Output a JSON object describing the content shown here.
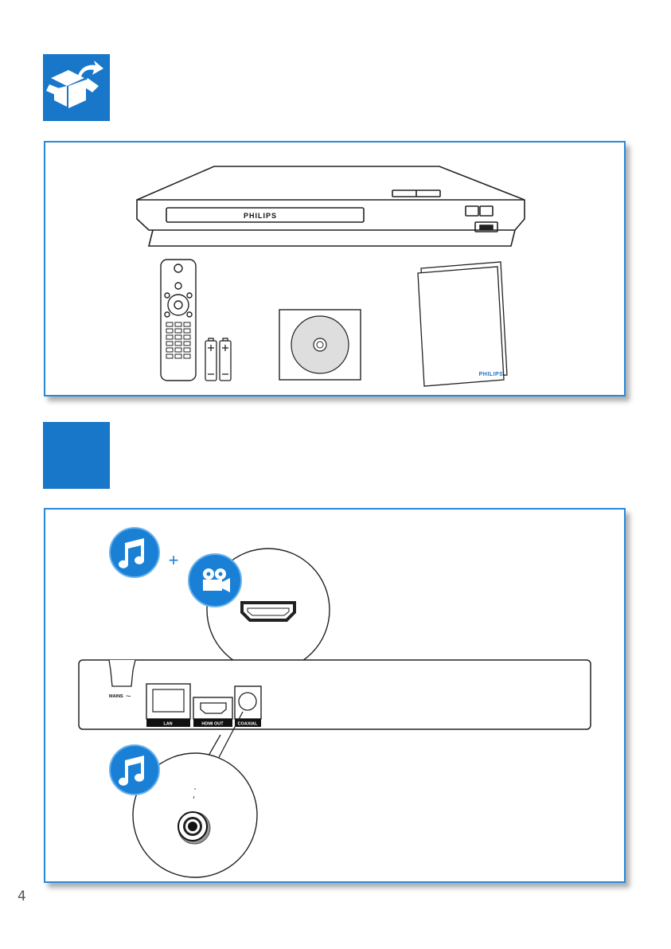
{
  "section1": {
    "icon": "unpack-box-icon",
    "contents": {
      "player_brand": "PHILIPS",
      "manual_brand": "PHILIPS"
    }
  },
  "section2": {
    "connections": {
      "plus_sign": "+",
      "mains_label": "MAINS",
      "port_lan": "LAN",
      "port_hdmi": "HDMI OUT",
      "port_coaxial": "COAXIAL"
    }
  },
  "page_number": "4",
  "colors": {
    "accent_blue": "#1877c9",
    "panel_border": "#2a88d8",
    "icon_blue": "#1a80d6"
  }
}
